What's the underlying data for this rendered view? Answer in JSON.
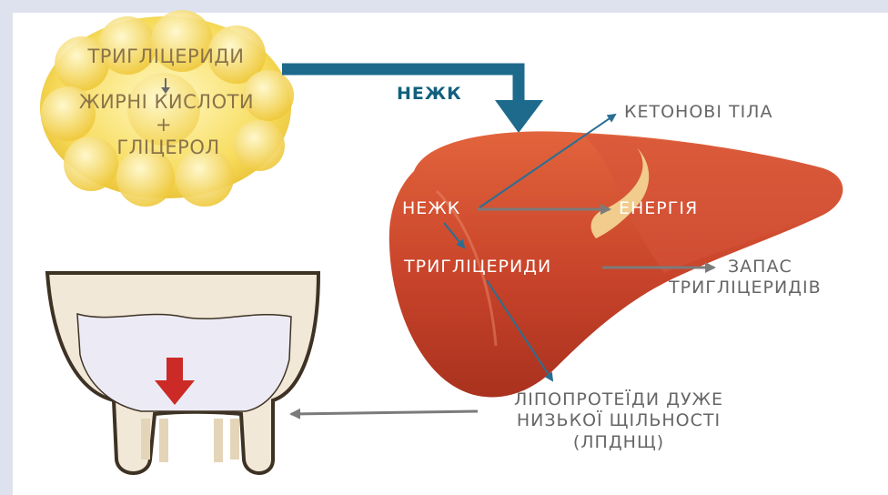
{
  "fat_cell": {
    "triglycerides": "ТРИГЛІЦЕРИДИ",
    "fatty_acids": "ЖИРНІ КИСЛОТИ",
    "plus": "+",
    "glycerol": "ГЛІЦЕРОЛ"
  },
  "flow_label": "НЕЖК",
  "liver": {
    "nefa": "НЕЖК",
    "energy": "ЕНЕРГІЯ",
    "triglycerides": "ТРИГЛІЦЕРИДИ"
  },
  "outputs": {
    "ketone_bodies": "КЕТОНОВІ ТІЛА",
    "storage_line1": "ЗАПАС",
    "storage_line2": "ТРИГЛІЦЕРИДІВ",
    "vldl_line1": "ЛІПОПРОТЕЇДИ ДУЖЕ",
    "vldl_line2": "НИЗЬКОЇ ЩІЛЬНОСТІ",
    "vldl_line3": "(ЛПДНЩ)"
  },
  "colors": {
    "flow_arrow": "#1d6a8c",
    "thin_arrow_blue": "#2a6f93",
    "thin_arrow_gray": "#7b7b7b",
    "liver": "#c8432a",
    "fat": "#f4d24a",
    "udder_arrow": "#cc2a26"
  }
}
